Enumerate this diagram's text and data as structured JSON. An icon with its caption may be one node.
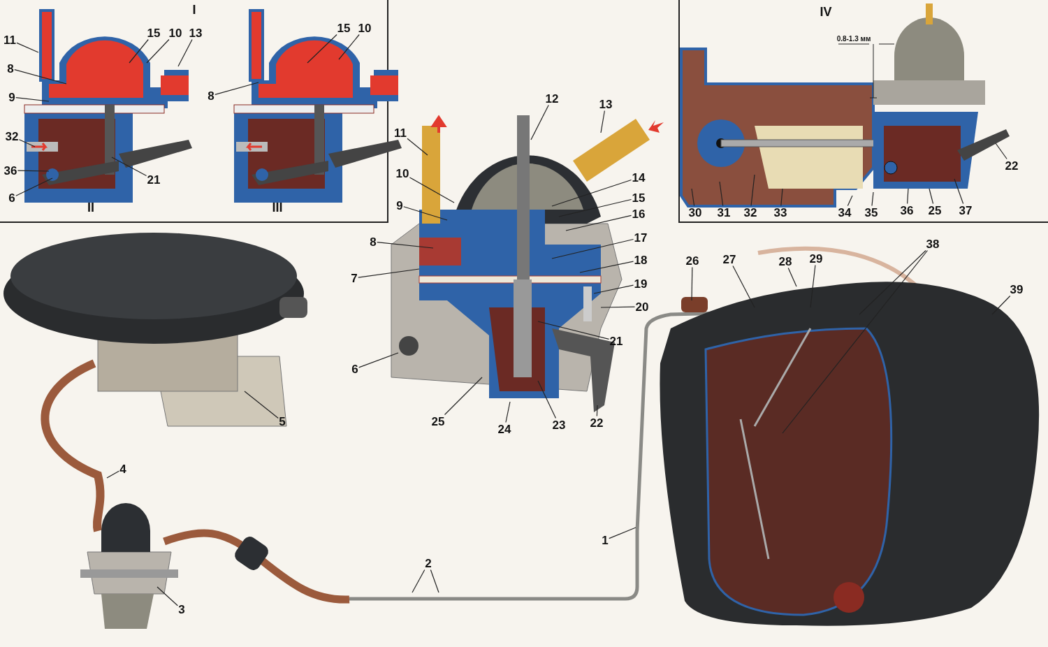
{
  "diagram": {
    "nodes": [
      {
        "text": [
          "11"
        ]
      },
      {
        "text": [
          "8"
        ]
      },
      {
        "text": [
          "9"
        ]
      },
      {
        "text": [
          "32"
        ]
      },
      {
        "text": [
          "36"
        ]
      },
      {
        "text": [
          "6"
        ]
      },
      {
        "text": [
          "15"
        ]
      },
      {
        "text": [
          "10"
        ]
      },
      {
        "text": [
          "13"
        ]
      },
      {
        "text": [
          "21"
        ]
      },
      {
        "text": [
          "15"
        ]
      },
      {
        "text": [
          "10"
        ]
      },
      {
        "text": [
          "8"
        ]
      },
      {
        "text": [
          "12"
        ]
      },
      {
        "text": [
          "13"
        ]
      },
      {
        "text": [
          "11"
        ]
      },
      {
        "text": [
          "10"
        ]
      },
      {
        "text": [
          "9"
        ]
      },
      {
        "text": [
          "8"
        ]
      },
      {
        "text": [
          "7"
        ]
      },
      {
        "text": [
          "14"
        ]
      },
      {
        "text": [
          "15"
        ]
      },
      {
        "text": [
          "16"
        ]
      },
      {
        "text": [
          "17"
        ]
      },
      {
        "text": [
          "18"
        ]
      },
      {
        "text": [
          "19"
        ]
      },
      {
        "text": [
          "20"
        ]
      },
      {
        "text": [
          "21"
        ]
      },
      {
        "text": [
          "6"
        ]
      },
      {
        "text": [
          "25"
        ]
      },
      {
        "text": [
          "24"
        ]
      },
      {
        "text": [
          "23"
        ]
      },
      {
        "text": [
          "22"
        ]
      },
      {
        "text": [
          "30"
        ]
      },
      {
        "text": [
          "31"
        ]
      },
      {
        "text": [
          "32"
        ]
      },
      {
        "text": [
          "33"
        ]
      },
      {
        "text": [
          "34"
        ]
      },
      {
        "text": [
          "35"
        ]
      },
      {
        "text": [
          "36"
        ]
      },
      {
        "text": [
          "25"
        ]
      },
      {
        "text": [
          "37"
        ]
      },
      {
        "text": [
          "22"
        ]
      },
      {
        "text": [
          "5"
        ]
      },
      {
        "text": [
          "4"
        ]
      },
      {
        "text": [
          "3"
        ]
      },
      {
        "text": [
          "2"
        ]
      },
      {
        "text": [
          "1"
        ]
      },
      {
        "text": [
          "26"
        ]
      },
      {
        "text": [
          "27"
        ]
      },
      {
        "text": [
          "28"
        ]
      },
      {
        "text": [
          "29"
        ]
      },
      {
        "text": [
          "38"
        ]
      },
      {
        "text": [
          "39"
        ]
      }
    ],
    "edges": [
      {
        "from": 0,
        "to": null,
        "arrow": "none"
      },
      {
        "from": 1,
        "to": null,
        "arrow": "none"
      },
      {
        "from": 2,
        "to": null,
        "arrow": "none"
      },
      {
        "from": 3,
        "to": null,
        "arrow": "none"
      },
      {
        "from": 4,
        "to": null,
        "arrow": "none"
      },
      {
        "from": 5,
        "to": null,
        "arrow": "none"
      },
      {
        "from": 6,
        "to": null,
        "arrow": "none"
      },
      {
        "from": 7,
        "to": null,
        "arrow": "none"
      },
      {
        "from": 8,
        "to": null,
        "arrow": "none"
      },
      {
        "from": 9,
        "to": null,
        "arrow": "none"
      },
      {
        "from": 10,
        "to": null,
        "arrow": "none"
      },
      {
        "from": 11,
        "to": null,
        "arrow": "none"
      },
      {
        "from": 12,
        "to": null,
        "arrow": "none"
      },
      {
        "from": 13,
        "to": null,
        "arrow": "none"
      },
      {
        "from": 14,
        "to": null,
        "arrow": "none"
      },
      {
        "from": 15,
        "to": null,
        "arrow": "none"
      },
      {
        "from": 16,
        "to": null,
        "arrow": "none"
      },
      {
        "from": 17,
        "to": null,
        "arrow": "none"
      },
      {
        "from": 18,
        "to": null,
        "arrow": "none"
      },
      {
        "from": 19,
        "to": null,
        "arrow": "none"
      },
      {
        "from": 20,
        "to": null,
        "arrow": "none"
      },
      {
        "from": 21,
        "to": null,
        "arrow": "none"
      },
      {
        "from": 22,
        "to": null,
        "arrow": "none"
      },
      {
        "from": 23,
        "to": null,
        "arrow": "none"
      },
      {
        "from": 24,
        "to": null,
        "arrow": "none"
      },
      {
        "from": 25,
        "to": null,
        "arrow": "none"
      },
      {
        "from": 26,
        "to": null,
        "arrow": "none"
      },
      {
        "from": 27,
        "to": null,
        "arrow": "none"
      },
      {
        "from": 28,
        "to": null,
        "arrow": "none"
      },
      {
        "from": 29,
        "to": null,
        "arrow": "none"
      },
      {
        "from": 30,
        "to": null,
        "arrow": "none"
      },
      {
        "from": 31,
        "to": null,
        "arrow": "none"
      },
      {
        "from": 32,
        "to": null,
        "arrow": "none"
      },
      {
        "from": 33,
        "to": null,
        "arrow": "none"
      },
      {
        "from": 34,
        "to": null,
        "arrow": "none"
      },
      {
        "from": 35,
        "to": null,
        "arrow": "none"
      },
      {
        "from": 36,
        "to": null,
        "arrow": "none"
      },
      {
        "from": 37,
        "to": null,
        "arrow": "none"
      },
      {
        "from": 38,
        "to": null,
        "arrow": "none"
      },
      {
        "from": 39,
        "to": null,
        "arrow": "none"
      },
      {
        "from": 40,
        "to": null,
        "arrow": "none"
      },
      {
        "from": 41,
        "to": null,
        "arrow": "none"
      },
      {
        "from": 42,
        "to": null,
        "arrow": "none"
      },
      {
        "from": 43,
        "to": null,
        "arrow": "none"
      },
      {
        "from": 44,
        "to": null,
        "arrow": "none"
      },
      {
        "from": 45,
        "to": null,
        "arrow": "none"
      },
      {
        "from": 46,
        "to": null,
        "arrow": "none"
      },
      {
        "from": 46,
        "to": null,
        "arrow": "none"
      },
      {
        "from": 47,
        "to": null,
        "arrow": "none"
      },
      {
        "from": 48,
        "to": null,
        "arrow": "none"
      },
      {
        "from": 49,
        "to": null,
        "arrow": "none"
      },
      {
        "from": 50,
        "to": null,
        "arrow": "none"
      },
      {
        "from": 51,
        "to": null,
        "arrow": "none"
      },
      {
        "from": 52,
        "to": null,
        "arrow": "none"
      },
      {
        "from": 52,
        "to": null,
        "arrow": "none"
      },
      {
        "from": 53,
        "to": null,
        "arrow": "none"
      }
    ],
    "labels": [
      "I",
      "II",
      "III",
      "IV",
      "0.8-1.3 мм"
    ]
  }
}
